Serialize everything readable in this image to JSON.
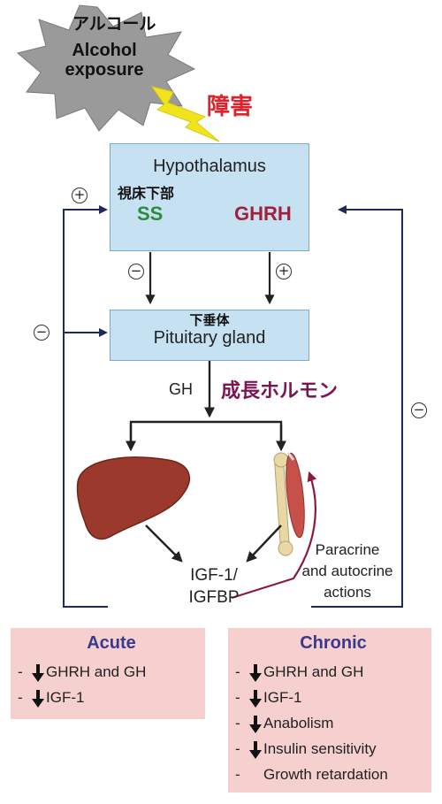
{
  "burst": {
    "jp_label": "アルコール",
    "en_label_line1": "Alcohol",
    "en_label_line2": "exposure"
  },
  "impairment_label": "障害",
  "hypothalamus": {
    "title": "Hypothalamus",
    "jp_label": "視床下部",
    "ss": "SS",
    "ghrh": "GHRH"
  },
  "pituitary": {
    "jp_label": "下垂体",
    "title": "Pituitary gland"
  },
  "gh": {
    "label": "GH",
    "jp_label": "成長ホルモン"
  },
  "signs": {
    "plus": "+",
    "minus": "−"
  },
  "igf": {
    "line1": "IGF-1/",
    "line2": "IGFBP"
  },
  "paracrine": {
    "line1": "Paracrine",
    "line2": "and autocrine",
    "line3": "actions"
  },
  "acute": {
    "title": "Acute",
    "items": [
      {
        "dash": "-",
        "arrow": "down",
        "text": "GHRH and GH"
      },
      {
        "dash": "-",
        "arrow": "down",
        "text": "IGF-1"
      }
    ]
  },
  "chronic": {
    "title": "Chronic",
    "items": [
      {
        "dash": "-",
        "arrow": "down",
        "text": "GHRH and GH"
      },
      {
        "dash": "-",
        "arrow": "down",
        "text": "IGF-1"
      },
      {
        "dash": "-",
        "arrow": "down",
        "text": "Anabolism"
      },
      {
        "dash": "-",
        "arrow": "down",
        "text": "Insulin sensitivity"
      },
      {
        "dash": "-",
        "arrow": "none",
        "text": "Growth retardation"
      }
    ]
  },
  "colors": {
    "box_fill": "#c6e1f2",
    "ss_green": "#2e8b3e",
    "ghrh_red": "#a3203a",
    "jp_red": "#e0202a",
    "jp_purple": "#7a1555",
    "panel_pink": "#f6cfcf",
    "heading_blue": "#3a3a8c",
    "burst_gray": "#9a9a9a",
    "bolt_yellow": "#f2e41c",
    "liver": "#9b3a2c",
    "muscle": "#c8504a",
    "bone": "#e9d8a6"
  }
}
